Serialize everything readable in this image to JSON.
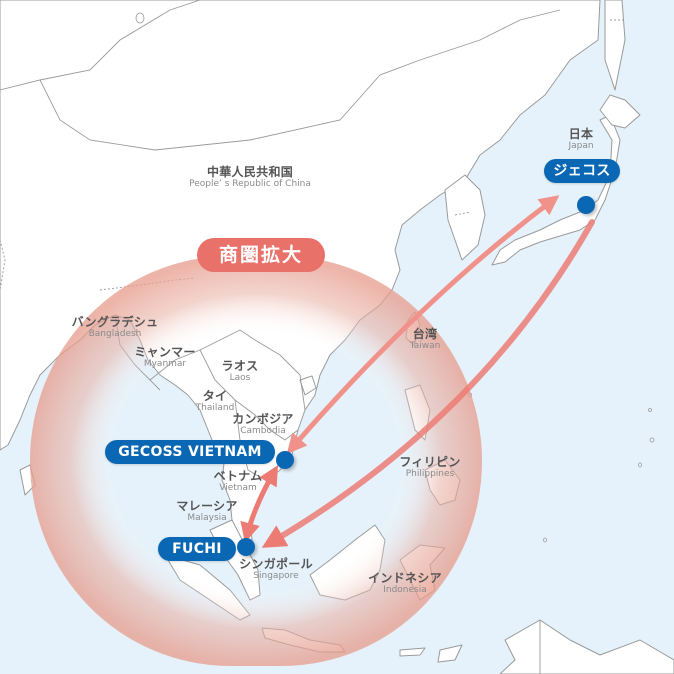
{
  "map": {
    "title_badge": "商圏拡大",
    "colors": {
      "sea": "#e5f2fb",
      "land": "#ffffff",
      "border": "#9a9a9a",
      "badge": "#e8726a",
      "pill": "#0a67b3",
      "arrow": "#ec7b74",
      "glow": "#e9a596"
    },
    "countries": [
      {
        "jp": "中華人民共和国",
        "en": "People’ s Republic of China"
      },
      {
        "jp": "日本",
        "en": "Japan"
      },
      {
        "jp": "バングラデシュ",
        "en": "Bangladesh"
      },
      {
        "jp": "ミャンマー",
        "en": "Myanmar"
      },
      {
        "jp": "ラオス",
        "en": "Laos"
      },
      {
        "jp": "タイ",
        "en": "Thailand"
      },
      {
        "jp": "カンボジア",
        "en": "Cambodia"
      },
      {
        "jp": "ベトナム",
        "en": "Vietnam"
      },
      {
        "jp": "マレーシア",
        "en": "Malaysia"
      },
      {
        "jp": "シンガポール",
        "en": "Singapore"
      },
      {
        "jp": "台湾",
        "en": "Taiwan"
      },
      {
        "jp": "フィリピン",
        "en": "Philippines"
      },
      {
        "jp": "インドネシア",
        "en": "Indonesia"
      }
    ],
    "locations": [
      {
        "label": "ジェコス",
        "country": "Japan"
      },
      {
        "label": "GECOSS VIETNAM",
        "country": "Vietnam"
      },
      {
        "label": "FUCHI",
        "country": "Singapore"
      }
    ],
    "routes": [
      {
        "from": "ジェコス",
        "to": "GECOSS VIETNAM"
      },
      {
        "from": "GECOSS VIETNAM",
        "to": "ジェコス"
      },
      {
        "from": "ジェコス",
        "to": "FUCHI"
      },
      {
        "from": "GECOSS VIETNAM",
        "to": "FUCHI"
      },
      {
        "from": "FUCHI",
        "to": "GECOSS VIETNAM"
      }
    ]
  }
}
